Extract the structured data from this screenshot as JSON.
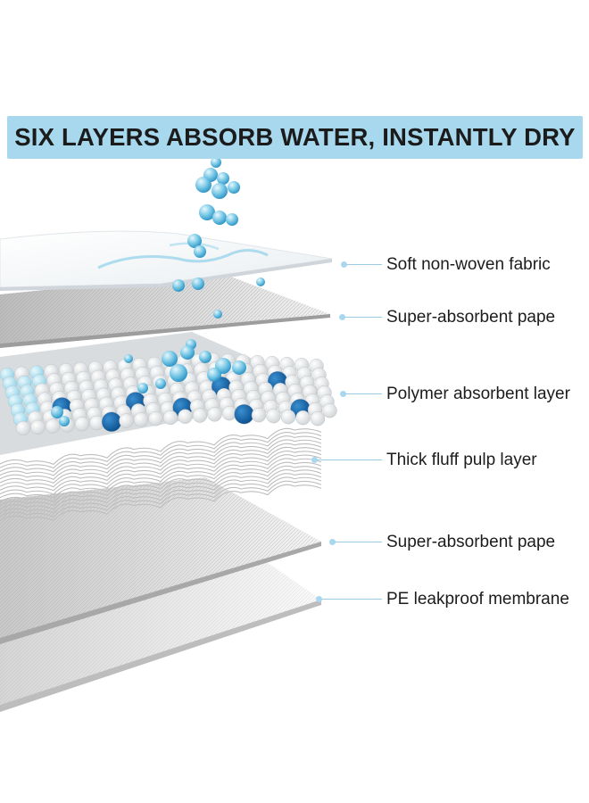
{
  "banner": {
    "title": "SIX LAYERS ABSORB WATER, INSTANTLY DRY"
  },
  "layers": [
    {
      "label": "Soft non-woven fabric"
    },
    {
      "label": "Super-absorbent pape"
    },
    {
      "label": "Polymer absorbent layer"
    },
    {
      "label": "Thick fluff pulp layer"
    },
    {
      "label": "Super-absorbent pape"
    },
    {
      "label": "PE leakproof membrane"
    }
  ],
  "colors": {
    "banner_bg": "#a8d8ee",
    "leader_line": "#9ccce3",
    "water_drop": "#5ab6dc",
    "polymer_bead_dark": "#1565a6",
    "polymer_bead_light": "#bfe7f3"
  }
}
